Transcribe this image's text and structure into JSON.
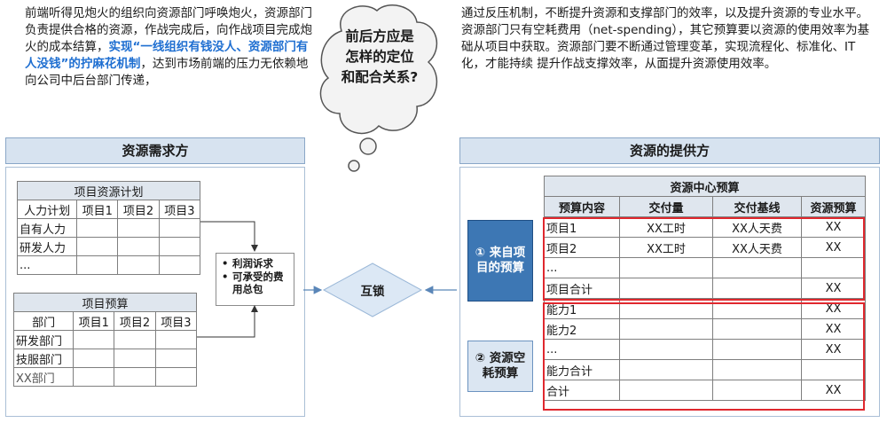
{
  "left_paragraph": {
    "part1": "前端听得见炮火的组织向资源部门呼唤炮火，资源部门负责提供合格的资源，作战完成后，向作战项目完成炮火的成本结算，",
    "highlight": "实现“一线组织有钱没人、资源部门有人没钱”的拧麻花机制",
    "part2": "，达到市场前端的压力无依赖地向公司中后台部门传递，"
  },
  "cloud_text": "前后方应是怎样的定位和配合关系?",
  "right_paragraph": "通过反压机制，不断提升资源和支撑部门的效率，以及提升资源的专业水平。资源部门只有空耗费用（net-spending），其它预算要以资源的使用效率为基础从项目中获取。资源部门要不断通过管理变革，实现流程化、标准化、IT化，才能持续 提升作战支撑效率，从面提升资源使用效率。",
  "left_section_title": "资源需求方",
  "right_section_title": "资源的提供方",
  "plan_table": {
    "title": "项目资源计划",
    "headers": [
      "人力计划",
      "项目1",
      "项目2",
      "项目3"
    ],
    "rows": [
      "自有人力",
      "研发人力",
      "..."
    ]
  },
  "budget_table": {
    "title": "项目预算",
    "headers": [
      "部门",
      "项目1",
      "项目2",
      "项目3"
    ],
    "rows": [
      "研发部门",
      "技服部门",
      "XX部门"
    ]
  },
  "bullet_box": {
    "items": [
      "利润诉求",
      "可承受的费用总包"
    ]
  },
  "interlock_label": "互锁",
  "resource_table": {
    "title": "资源中心预算",
    "headers": [
      "预算内容",
      "交付量",
      "交付基线",
      "资源预算"
    ],
    "rows": [
      [
        "项目1",
        "XX工时",
        "XX人天费",
        "XX"
      ],
      [
        "项目2",
        "XX工时",
        "XX人天费",
        "XX"
      ],
      [
        "...",
        "",
        "",
        ""
      ],
      [
        "项目合计",
        "",
        "",
        "XX"
      ],
      [
        "能力1",
        "",
        "",
        "XX"
      ],
      [
        "能力2",
        "",
        "",
        "XX"
      ],
      [
        "...",
        "",
        "",
        "XX"
      ],
      [
        "能力合计",
        "",
        "",
        ""
      ],
      [
        "合计",
        "",
        "",
        "XX"
      ]
    ]
  },
  "source_label_1": "① 来自项目的预算",
  "source_label_2": "② 资源空耗预算",
  "colors": {
    "highlight_blue": "#1f6fd1",
    "header_bar": "#d7e3f0",
    "red_outline": "#e0282e",
    "source_box_blue": "#3d77b4",
    "diamond_fill": "#dce8f5"
  }
}
